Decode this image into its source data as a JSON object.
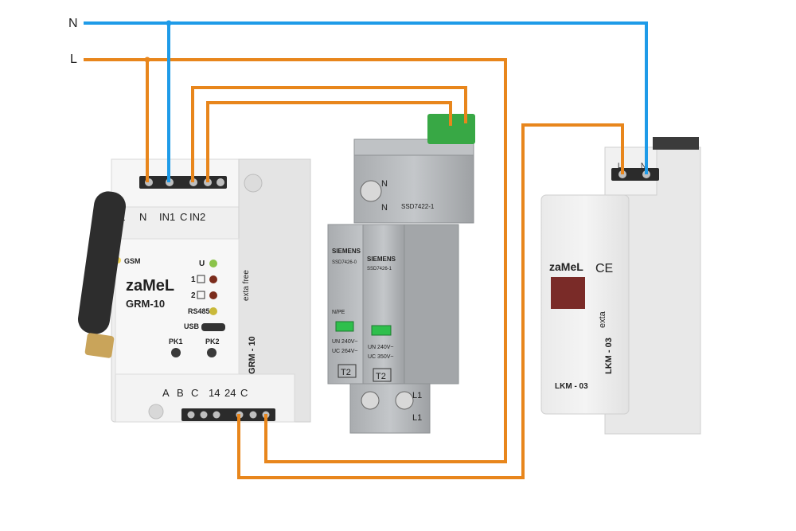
{
  "lines": {
    "n_label": "N",
    "l_label": "L",
    "n_color": "#1e9be8",
    "l_color": "#e8861c"
  },
  "grm": {
    "brand": "zaMeL",
    "model": "GRM-10",
    "top_terminals": [
      "L",
      "N",
      "IN1",
      "C",
      "IN2"
    ],
    "gsm_label": "GSM",
    "leds": [
      "U",
      "1",
      "2",
      "RS485"
    ],
    "usb_label": "USB",
    "pk1": "PK1",
    "pk2": "PK2",
    "bottom_terminals": [
      "A",
      "B",
      "C",
      "14",
      "24",
      "C"
    ],
    "side_model": "GRM - 10",
    "exta": "exta free"
  },
  "ssd": {
    "top_model": "SSD7422-1",
    "n_label": "N",
    "n2_label": "N",
    "left": {
      "brand": "SIEMENS",
      "model": "SSD7426-0",
      "npe": "N/PE",
      "un": "UN 240V~",
      "uc": "UC 264V~",
      "type": "T2"
    },
    "right": {
      "brand": "SIEMENS",
      "model": "SSD7426-1",
      "un": "UN 240V~",
      "uc": "UC 350V~",
      "type": "T2"
    },
    "l1_label": "L1",
    "l1b_label": "L1"
  },
  "lkm": {
    "brand": "zaMeL",
    "ce": "CE",
    "model": "LKM - 03",
    "side_model": "LKM - 03",
    "exta": "exta",
    "terminals": [
      "L",
      "N"
    ]
  }
}
